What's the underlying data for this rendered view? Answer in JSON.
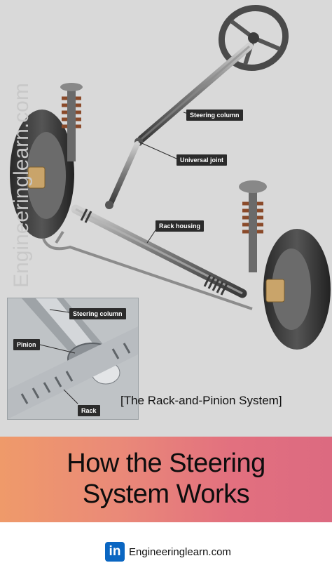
{
  "callouts": {
    "steering_column": "Steering column",
    "universal_joint": "Universal joint",
    "rack_housing": "Rack housing",
    "inset_steering_column": "Steering column",
    "pinion": "Pinion",
    "rack": "Rack"
  },
  "caption": "[The Rack-and-Pinion System]",
  "banner": {
    "title_line1": "How the Steering",
    "title_line2": "System Works"
  },
  "footer": {
    "icon_text": "in",
    "site": "Engineeringlearn.com"
  },
  "watermark": "Engineeringlearn.com",
  "colors": {
    "banner_start": "#ef9a6a",
    "banner_end": "#dc6a80",
    "callout_bg": "#2b2b2b",
    "linkedin": "#0a66c2",
    "brake_caliper": "#c9a46a"
  }
}
